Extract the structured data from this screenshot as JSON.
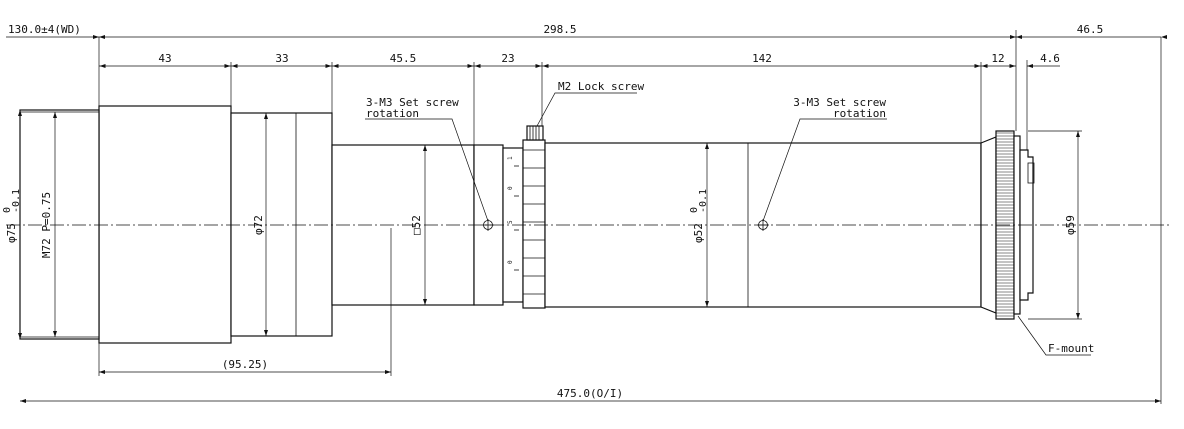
{
  "dimensions": {
    "wd": "130.0±4(WD)",
    "lens_length": "298.5",
    "flange": "46.5",
    "seg1": "43",
    "seg2": "33",
    "seg3": "45.5",
    "seg4": "23",
    "seg5": "142",
    "seg6": "12",
    "seg7": "4.6",
    "ref_95": "(95.25)",
    "overall": "475.0(O/I)",
    "dia_75_main": "φ75",
    "dia_75_tol_top": "0",
    "dia_75_tol_bot": "-0.1",
    "thread": "M72 P=0.75",
    "dia_72": "φ72",
    "sq_52": "□52",
    "dia_52_main": "φ52",
    "dia_52_tol_top": "0",
    "dia_52_tol_bot": "-0.1",
    "dia_59": "φ59"
  },
  "callouts": {
    "setscrew_left_1": "3-M3 Set screw",
    "setscrew_left_2": "rotation",
    "lock_screw": "M2 Lock screw",
    "setscrew_right_1": "3-M3 Set screw",
    "setscrew_right_2": "rotation",
    "fmount": "F-mount"
  },
  "scale_marks": [
    "1",
    "0",
    "5",
    "0"
  ]
}
